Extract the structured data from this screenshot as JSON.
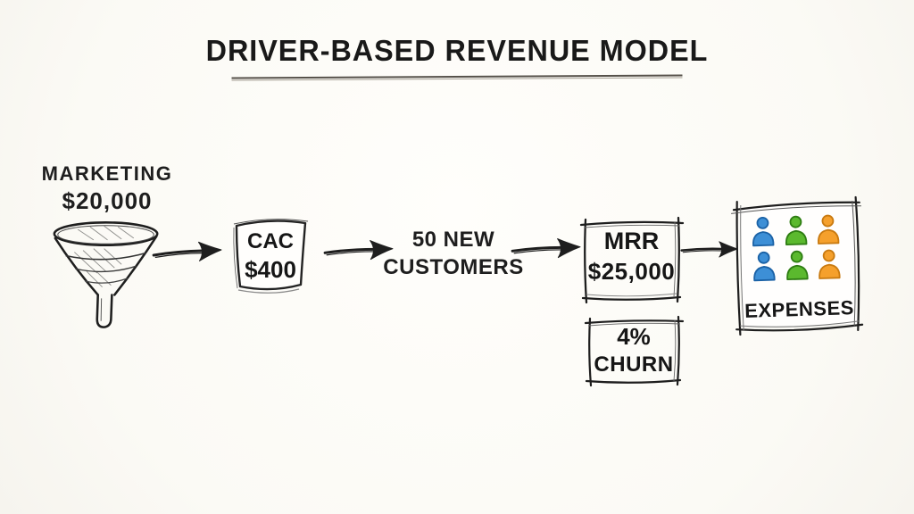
{
  "title": {
    "text": "DRIVER-BASED REVENUE MODEL"
  },
  "flow": {
    "marketing": {
      "label": "MARKETING",
      "value": "$20,000",
      "icon": "funnel-icon"
    },
    "cac": {
      "label": "CAC",
      "value": "$400"
    },
    "new_customers": {
      "line1": "50 NEW",
      "line2": "CUSTOMERS"
    },
    "mrr": {
      "label": "MRR",
      "value": "$25,000"
    },
    "expenses": {
      "label": "EXPENSES",
      "icon": "people-grid-icon"
    },
    "churn": {
      "value": "4%",
      "label": "CHURN"
    }
  },
  "colors": {
    "ink": "#1e1e1e",
    "background": "#fbfaf6",
    "person_blue": "#3d8fd6",
    "person_green": "#5bb92e",
    "person_orange": "#f5a02c",
    "person_blue_stroke": "#1b62a6",
    "person_green_stroke": "#2e7d12",
    "person_orange_stroke": "#c97a10"
  }
}
